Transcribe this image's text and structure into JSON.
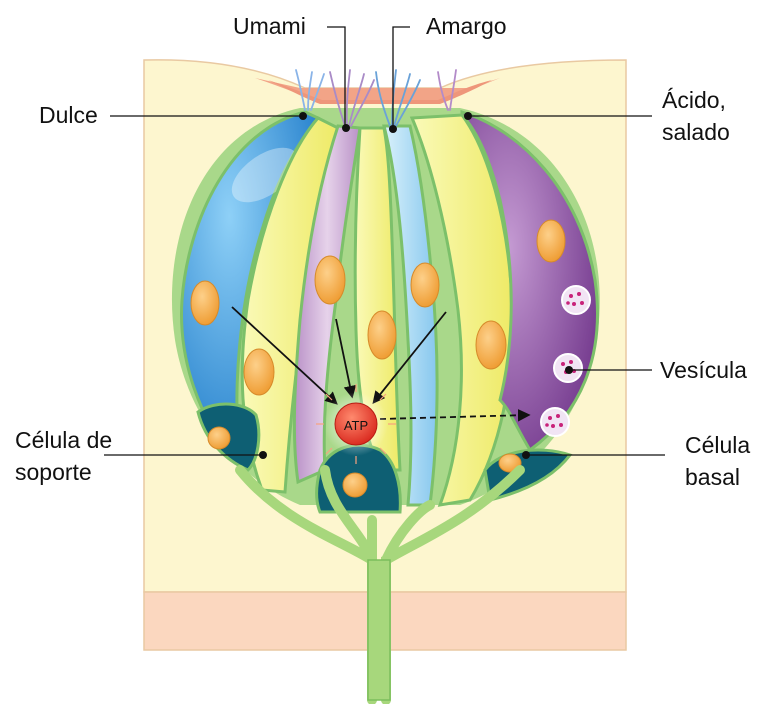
{
  "labels": {
    "umami": "Umami",
    "amargo": "Amargo",
    "dulce": "Dulce",
    "acido_line1": "Ácido,",
    "acido_line2": "salado",
    "vesicula": "Vesícula",
    "soporte_line1": "Célula de",
    "soporte_line2": "soporte",
    "basal_line1": "Célula",
    "basal_line2": "basal"
  },
  "center_label": "ATP",
  "colors": {
    "tissue": "#fdf6cf",
    "tissue_bottom": "#fbd7bf",
    "epithelium_top": "#f4a78d",
    "sweet_cell": "#3d9be0",
    "support_cell": "#f4f07a",
    "umami_cell": "#c9a3d0",
    "bitter_cell": "#9fd6f2",
    "sour_cell": "#8a4fa0",
    "basal_cell": "#0e5f73",
    "nucleus": "#f3a742",
    "nerve": "#a7d77c",
    "atp": "#e8382a",
    "vesicle_dot": "#c8227a"
  }
}
